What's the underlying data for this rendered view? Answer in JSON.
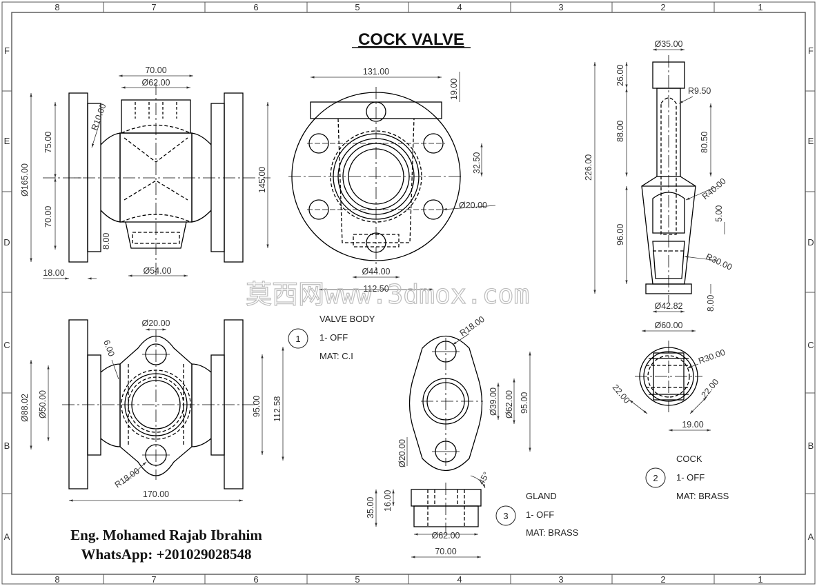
{
  "title": "COCK VALVE",
  "zones": {
    "columns": [
      "8",
      "7",
      "6",
      "5",
      "4",
      "3",
      "2",
      "1"
    ],
    "rows": [
      "F",
      "E",
      "D",
      "C",
      "B",
      "A"
    ]
  },
  "author": {
    "name": "Eng. Mohamed Rajab Ibrahim",
    "contact": "WhatsApp: +201029028548"
  },
  "watermark": "莫西网www.3dmox.com",
  "parts": [
    {
      "number": "1",
      "name": "VALVE BODY",
      "qty": "1- OFF",
      "material": "MAT: C.I"
    },
    {
      "number": "2",
      "name": "COCK",
      "qty": "1- OFF",
      "material": "MAT: BRASS"
    },
    {
      "number": "3",
      "name": "GLAND",
      "qty": "1- OFF",
      "material": "MAT: BRASS"
    }
  ],
  "dimensions": {
    "body_front": {
      "d1": "70.00",
      "d2": "Ø62.00",
      "d3": "R10.00",
      "d4": "75.00",
      "d5": "Ø165.00",
      "d6": "70.00",
      "d7": "145.00",
      "d8": "8.00",
      "d9": "Ø54.00",
      "d10": "18.00"
    },
    "body_side": {
      "d1": "131.00",
      "d2": "19.00",
      "d3": "32.50",
      "d4": "Ø20.00",
      "d5": "Ø44.00",
      "d6": "112.50"
    },
    "body_top": {
      "d1": "Ø20.00",
      "d2": "6.00",
      "d3": "Ø88.02",
      "d4": "Ø50.00",
      "d5": "95.00",
      "d6": "112.58",
      "d7": "R18.00",
      "d8": "170.00"
    },
    "gland_top": {
      "d1": "R18.00",
      "d2": "Ø39.00",
      "d3": "Ø62.00",
      "d4": "95.00",
      "d5": "Ø20.00"
    },
    "gland_front": {
      "d1": "35.00",
      "d2": "16.00",
      "d3": "45°",
      "d4": "Ø62.00",
      "d5": "70.00"
    },
    "cock_front": {
      "d1": "Ø35.00",
      "d2": "26.00",
      "d3": "R9.50",
      "d4": "88.00",
      "d5": "80.50",
      "d6": "226.00",
      "d7": "R40.00",
      "d8": "5.00",
      "d9": "96.00",
      "d10": "R30.00",
      "d11": "Ø42.82",
      "d12": "8.00",
      "d13": "Ø60.00"
    },
    "cock_top": {
      "d1": "R30.00",
      "d2": "22.00",
      "d3": "22.00",
      "d4": "19.00"
    }
  },
  "colors": {
    "line": "#000000",
    "dimension": "#333333",
    "border": "#555555",
    "watermark": "#bdbdbd"
  }
}
